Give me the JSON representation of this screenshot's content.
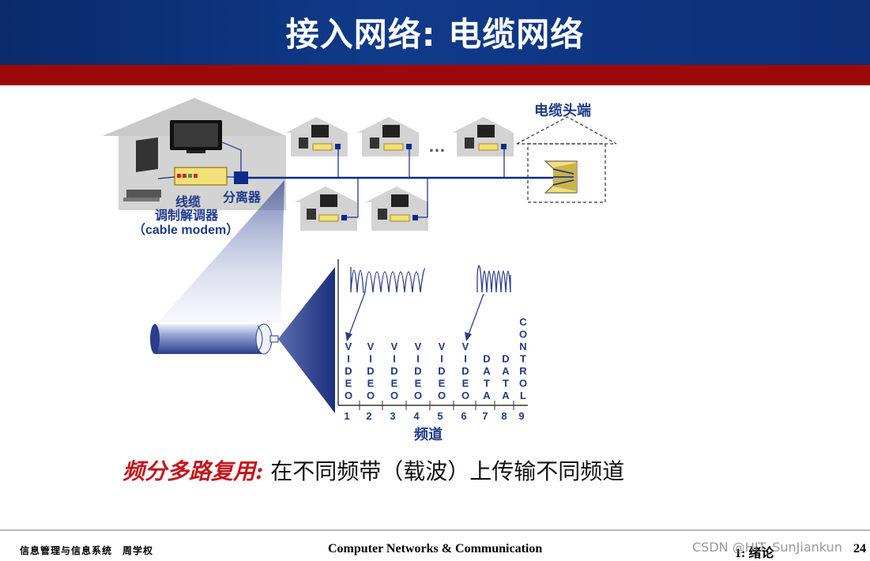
{
  "slide": {
    "title": "接入网络: 电缆网络",
    "caption_emphasis": "频分多路复用:",
    "caption_rest": " 在不同频带（载波）上传输不同频道"
  },
  "diagram": {
    "headend_label": "电缆头端",
    "ellipsis": "…",
    "modem_label_line1": "线缆",
    "modem_label_line2": "调制解调器",
    "modem_label_line3": "（cable modem）",
    "splitter_label": "分离器",
    "axis_label": "频道",
    "channels": [
      {
        "number": "1",
        "label": "VIDEO"
      },
      {
        "number": "2",
        "label": "VIDEO"
      },
      {
        "number": "3",
        "label": "VIDEO"
      },
      {
        "number": "4",
        "label": "VIDEO"
      },
      {
        "number": "5",
        "label": "VIDEO"
      },
      {
        "number": "6",
        "label": "VIDEO"
      },
      {
        "number": "7",
        "label": "DATA"
      },
      {
        "number": "8",
        "label": "DATA"
      },
      {
        "number": "9",
        "label": "CONTROL"
      }
    ]
  },
  "footer": {
    "left": "信息管理与信息系统　周学权",
    "center": "Computer  Networks & Communication",
    "chapter": "1: 绪论",
    "page": "24",
    "watermark": "CSDN @HIT_SunJiankun"
  }
}
